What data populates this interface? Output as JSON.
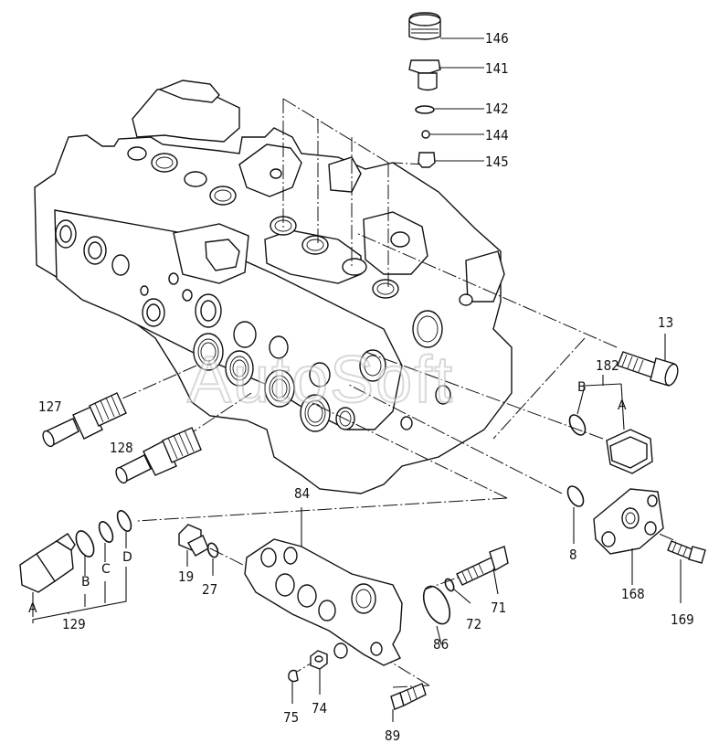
{
  "watermark": "AutoSoft",
  "callouts": {
    "p146": "146",
    "p141": "141",
    "p142": "142",
    "p144": "144",
    "p145": "145",
    "p13": "13",
    "p182": "182",
    "p182_b": "B",
    "p182_a": "A",
    "p127": "127",
    "p128": "128",
    "p84": "84",
    "p129": "129",
    "p129_a": "A",
    "p129_b": "B",
    "p129_c": "C",
    "p129_d": "D",
    "p19": "19",
    "p27": "27",
    "p8": "8",
    "p168": "168",
    "p169": "169",
    "p71": "71",
    "p72": "72",
    "p86": "86",
    "p74": "74",
    "p75": "75",
    "p89": "89"
  }
}
